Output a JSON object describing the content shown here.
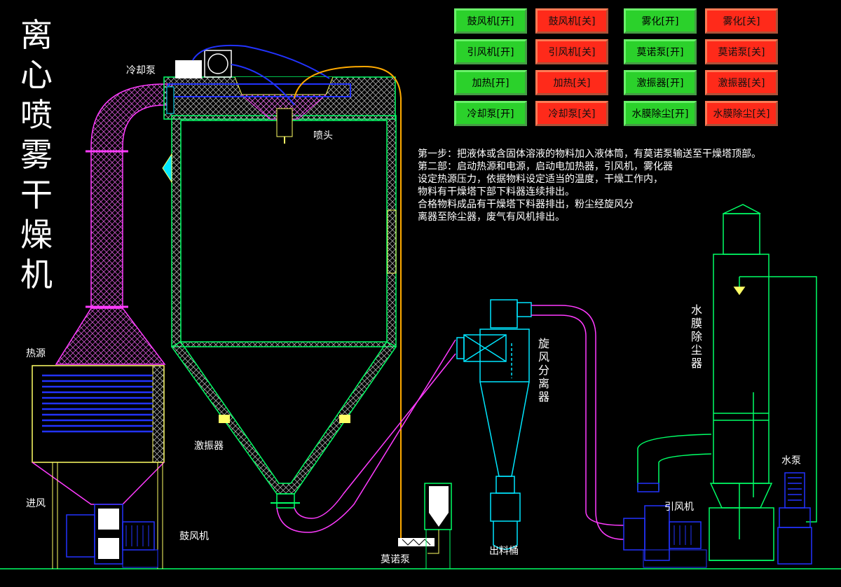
{
  "title_chars": [
    "离",
    "心",
    "喷",
    "雾",
    "干",
    "燥",
    "机"
  ],
  "labels": {
    "cooling_pump": "冷却泵",
    "nozzle": "喷头",
    "heat_source": "热源",
    "air_inlet": "进风",
    "vibrator": "激振器",
    "blower": "鼓风机",
    "screw_pump": "莫诺泵",
    "discharge_bucket": "出料桶",
    "induced_fan": "引风机",
    "water_pump": "水泵",
    "cyclone_chars": [
      "旋",
      "风",
      "分",
      "离",
      "器"
    ],
    "scrubber_chars": [
      "水",
      "膜",
      "除",
      "尘",
      "器"
    ]
  },
  "buttons": [
    {
      "label": "鼓风机[开]",
      "state": "on"
    },
    {
      "label": "鼓风机[关]",
      "state": "off"
    },
    {
      "label": "雾化[开]",
      "state": "on"
    },
    {
      "label": "雾化[关]",
      "state": "off"
    },
    {
      "label": "引风机[开]",
      "state": "on"
    },
    {
      "label": "引风机[关]",
      "state": "off"
    },
    {
      "label": "莫诺泵[开]",
      "state": "on"
    },
    {
      "label": "莫诺泵[关]",
      "state": "off"
    },
    {
      "label": "加热[开]",
      "state": "on"
    },
    {
      "label": "加热[关]",
      "state": "off"
    },
    {
      "label": "激振器[开]",
      "state": "on"
    },
    {
      "label": "激振器[关]",
      "state": "off"
    },
    {
      "label": "冷却泵[开]",
      "state": "on"
    },
    {
      "label": "冷却泵[关]",
      "state": "off"
    },
    {
      "label": "水膜除尘[开]",
      "state": "on"
    },
    {
      "label": "水膜除尘[关]",
      "state": "off"
    }
  ],
  "steps": [
    "第一步：把液体或含固体溶液的物料加入液体筒，有莫诺泵输送至干燥塔顶部。",
    "第二部：启动热源和电源，启动电加热器，引风机，雾化器",
    "设定热源压力，依据物料设定适当的温度，干燥工作内，",
    "物料有干燥塔下部下料器连续排出。",
    "合格物料成品有干燥塔下料器排出，粉尘经旋风分",
    "离器至除尘器，废气有风机排出。"
  ],
  "colors": {
    "on_button": "#2bd12b",
    "off_button": "#ff2a1a",
    "chamber": "#00ff66",
    "duct_magenta": "#ff3bff",
    "cyclone_cyan": "#00e6ff",
    "heater_blue": "#2233ff",
    "heater_frame": "#ffff66",
    "feed_orange": "#ffaa00"
  }
}
